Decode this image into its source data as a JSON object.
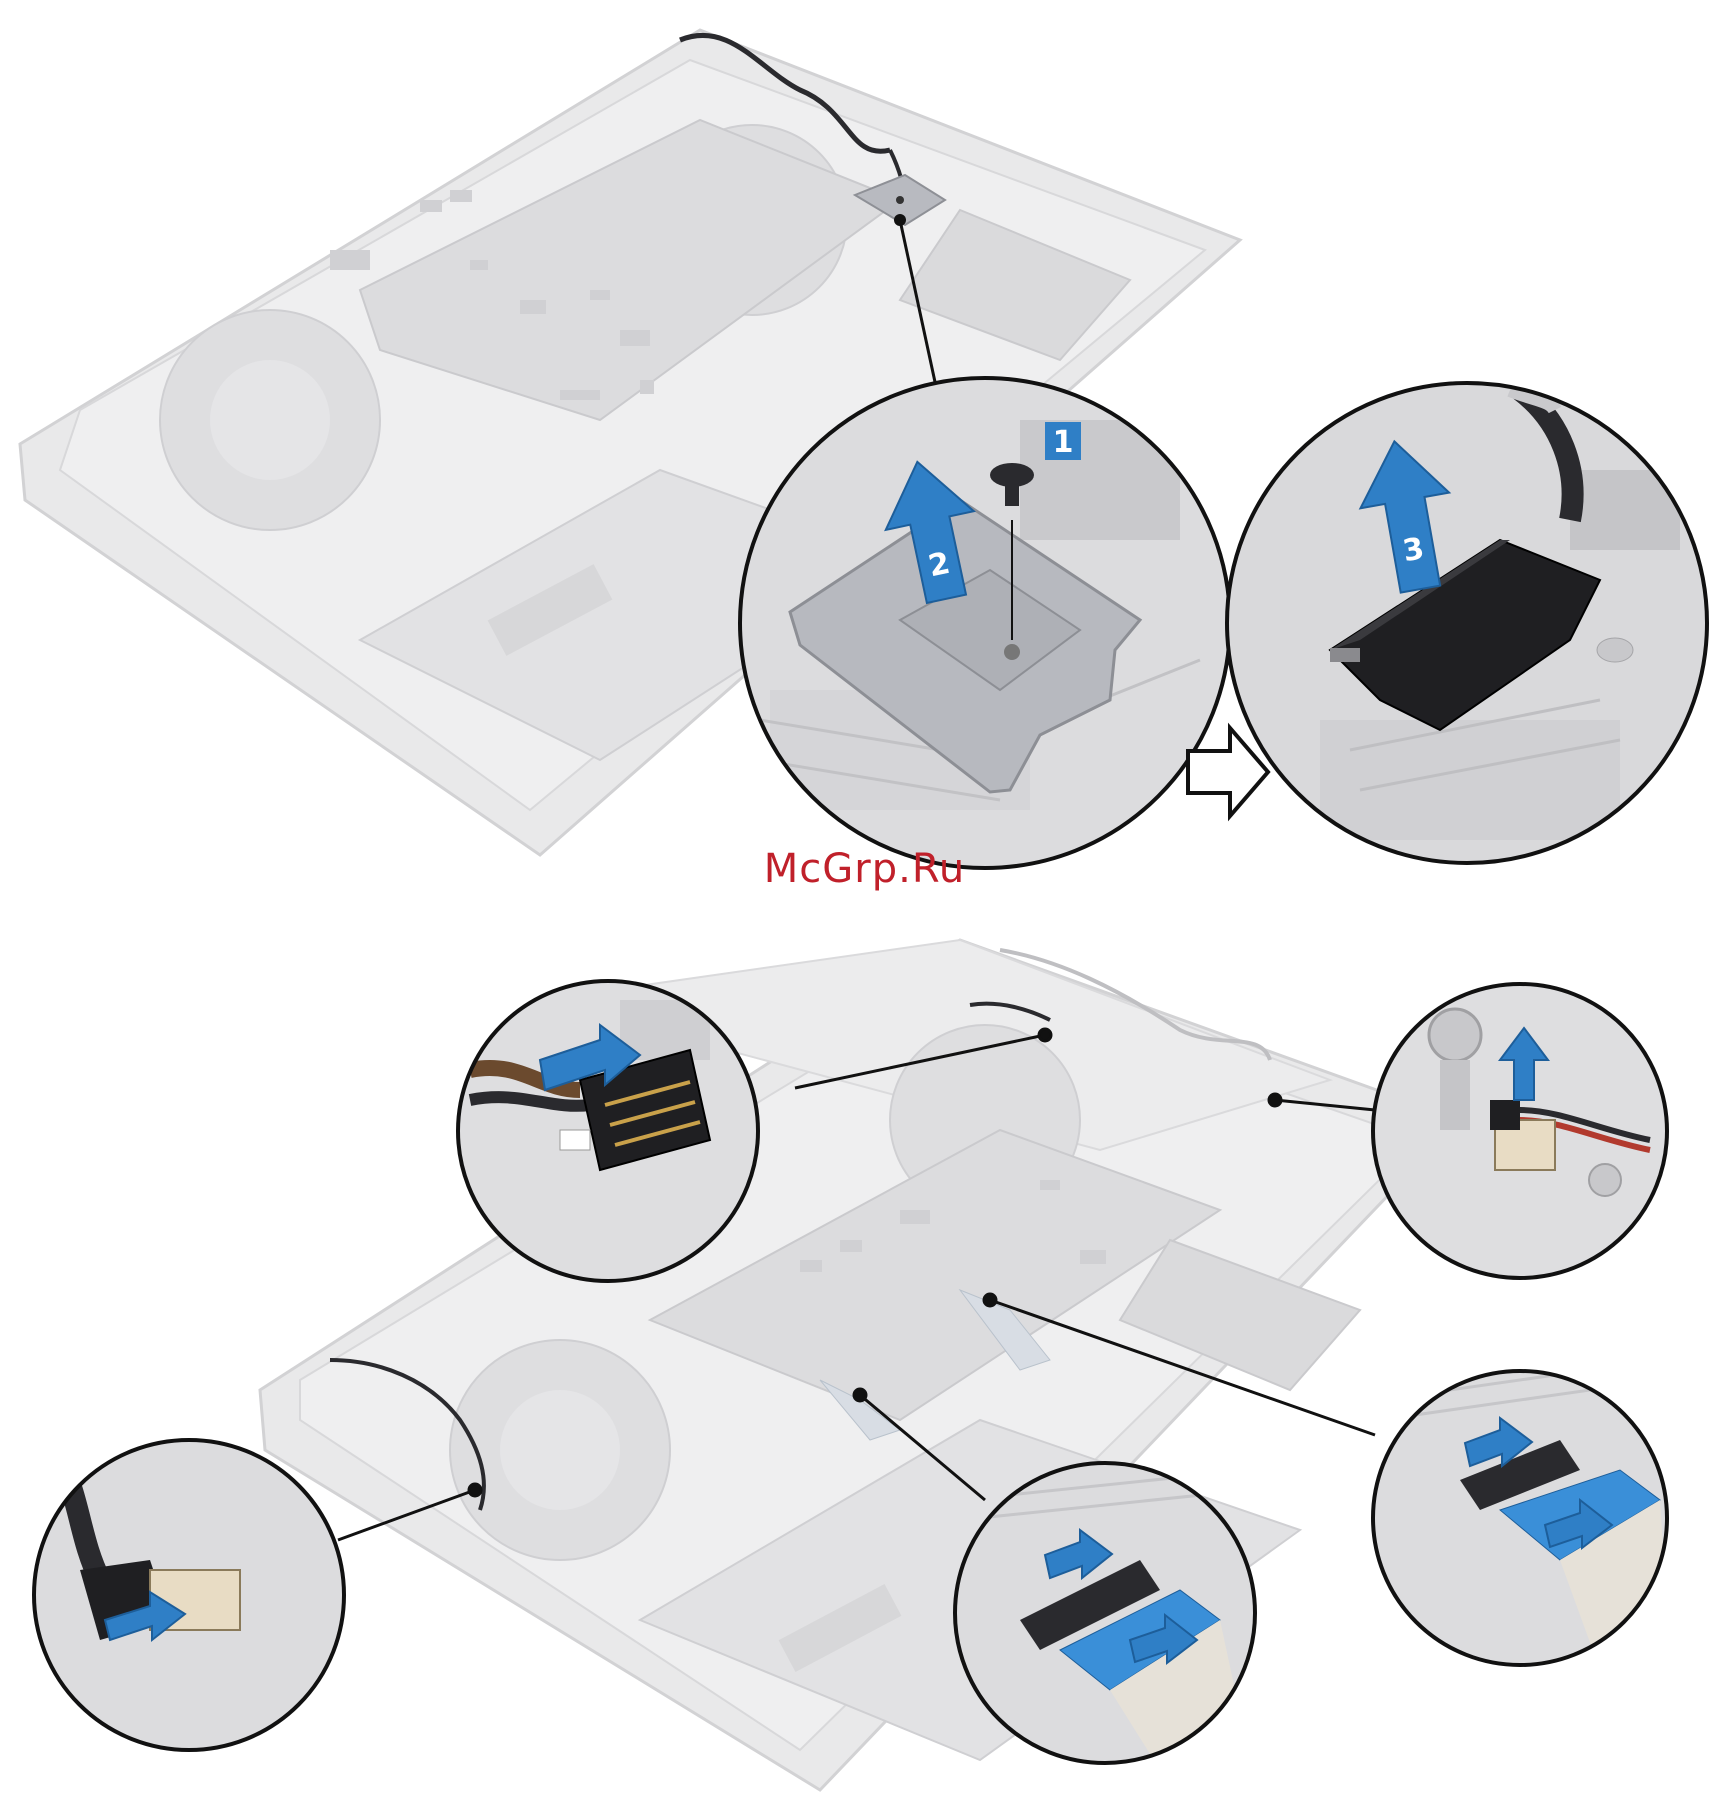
{
  "watermark": {
    "text": "McGrp.Ru"
  },
  "top_figure": {
    "steps": [
      {
        "number": "1",
        "action": "remove-screw"
      },
      {
        "number": "2",
        "action": "lift-bracket"
      },
      {
        "number": "3",
        "action": "disconnect-cable"
      }
    ],
    "flow_arrow": "right-arrow-icon"
  },
  "bottom_figure": {
    "callouts": [
      {
        "id": "speaker-cable",
        "action": "disconnect"
      },
      {
        "id": "battery-cable",
        "action": "lift-connector"
      },
      {
        "id": "touchpad-fpc",
        "action": "open-latch-and-slide"
      },
      {
        "id": "keyboard-fpc",
        "action": "open-latch-and-slide"
      },
      {
        "id": "display-cable-left",
        "action": "disconnect"
      }
    ]
  },
  "colors": {
    "chassis": "#e9e9ea",
    "chassis_edge": "#d2d2d4",
    "board": "#dcdcde",
    "metal": "#b8bac0",
    "cable": "#2a2a2e",
    "arrow_blue": "#2f7fc6",
    "tag_blue": "#2f7fc6",
    "fpc_blue": "#3a8fd8",
    "leader": "#111111",
    "watermark": "#c0202a"
  }
}
